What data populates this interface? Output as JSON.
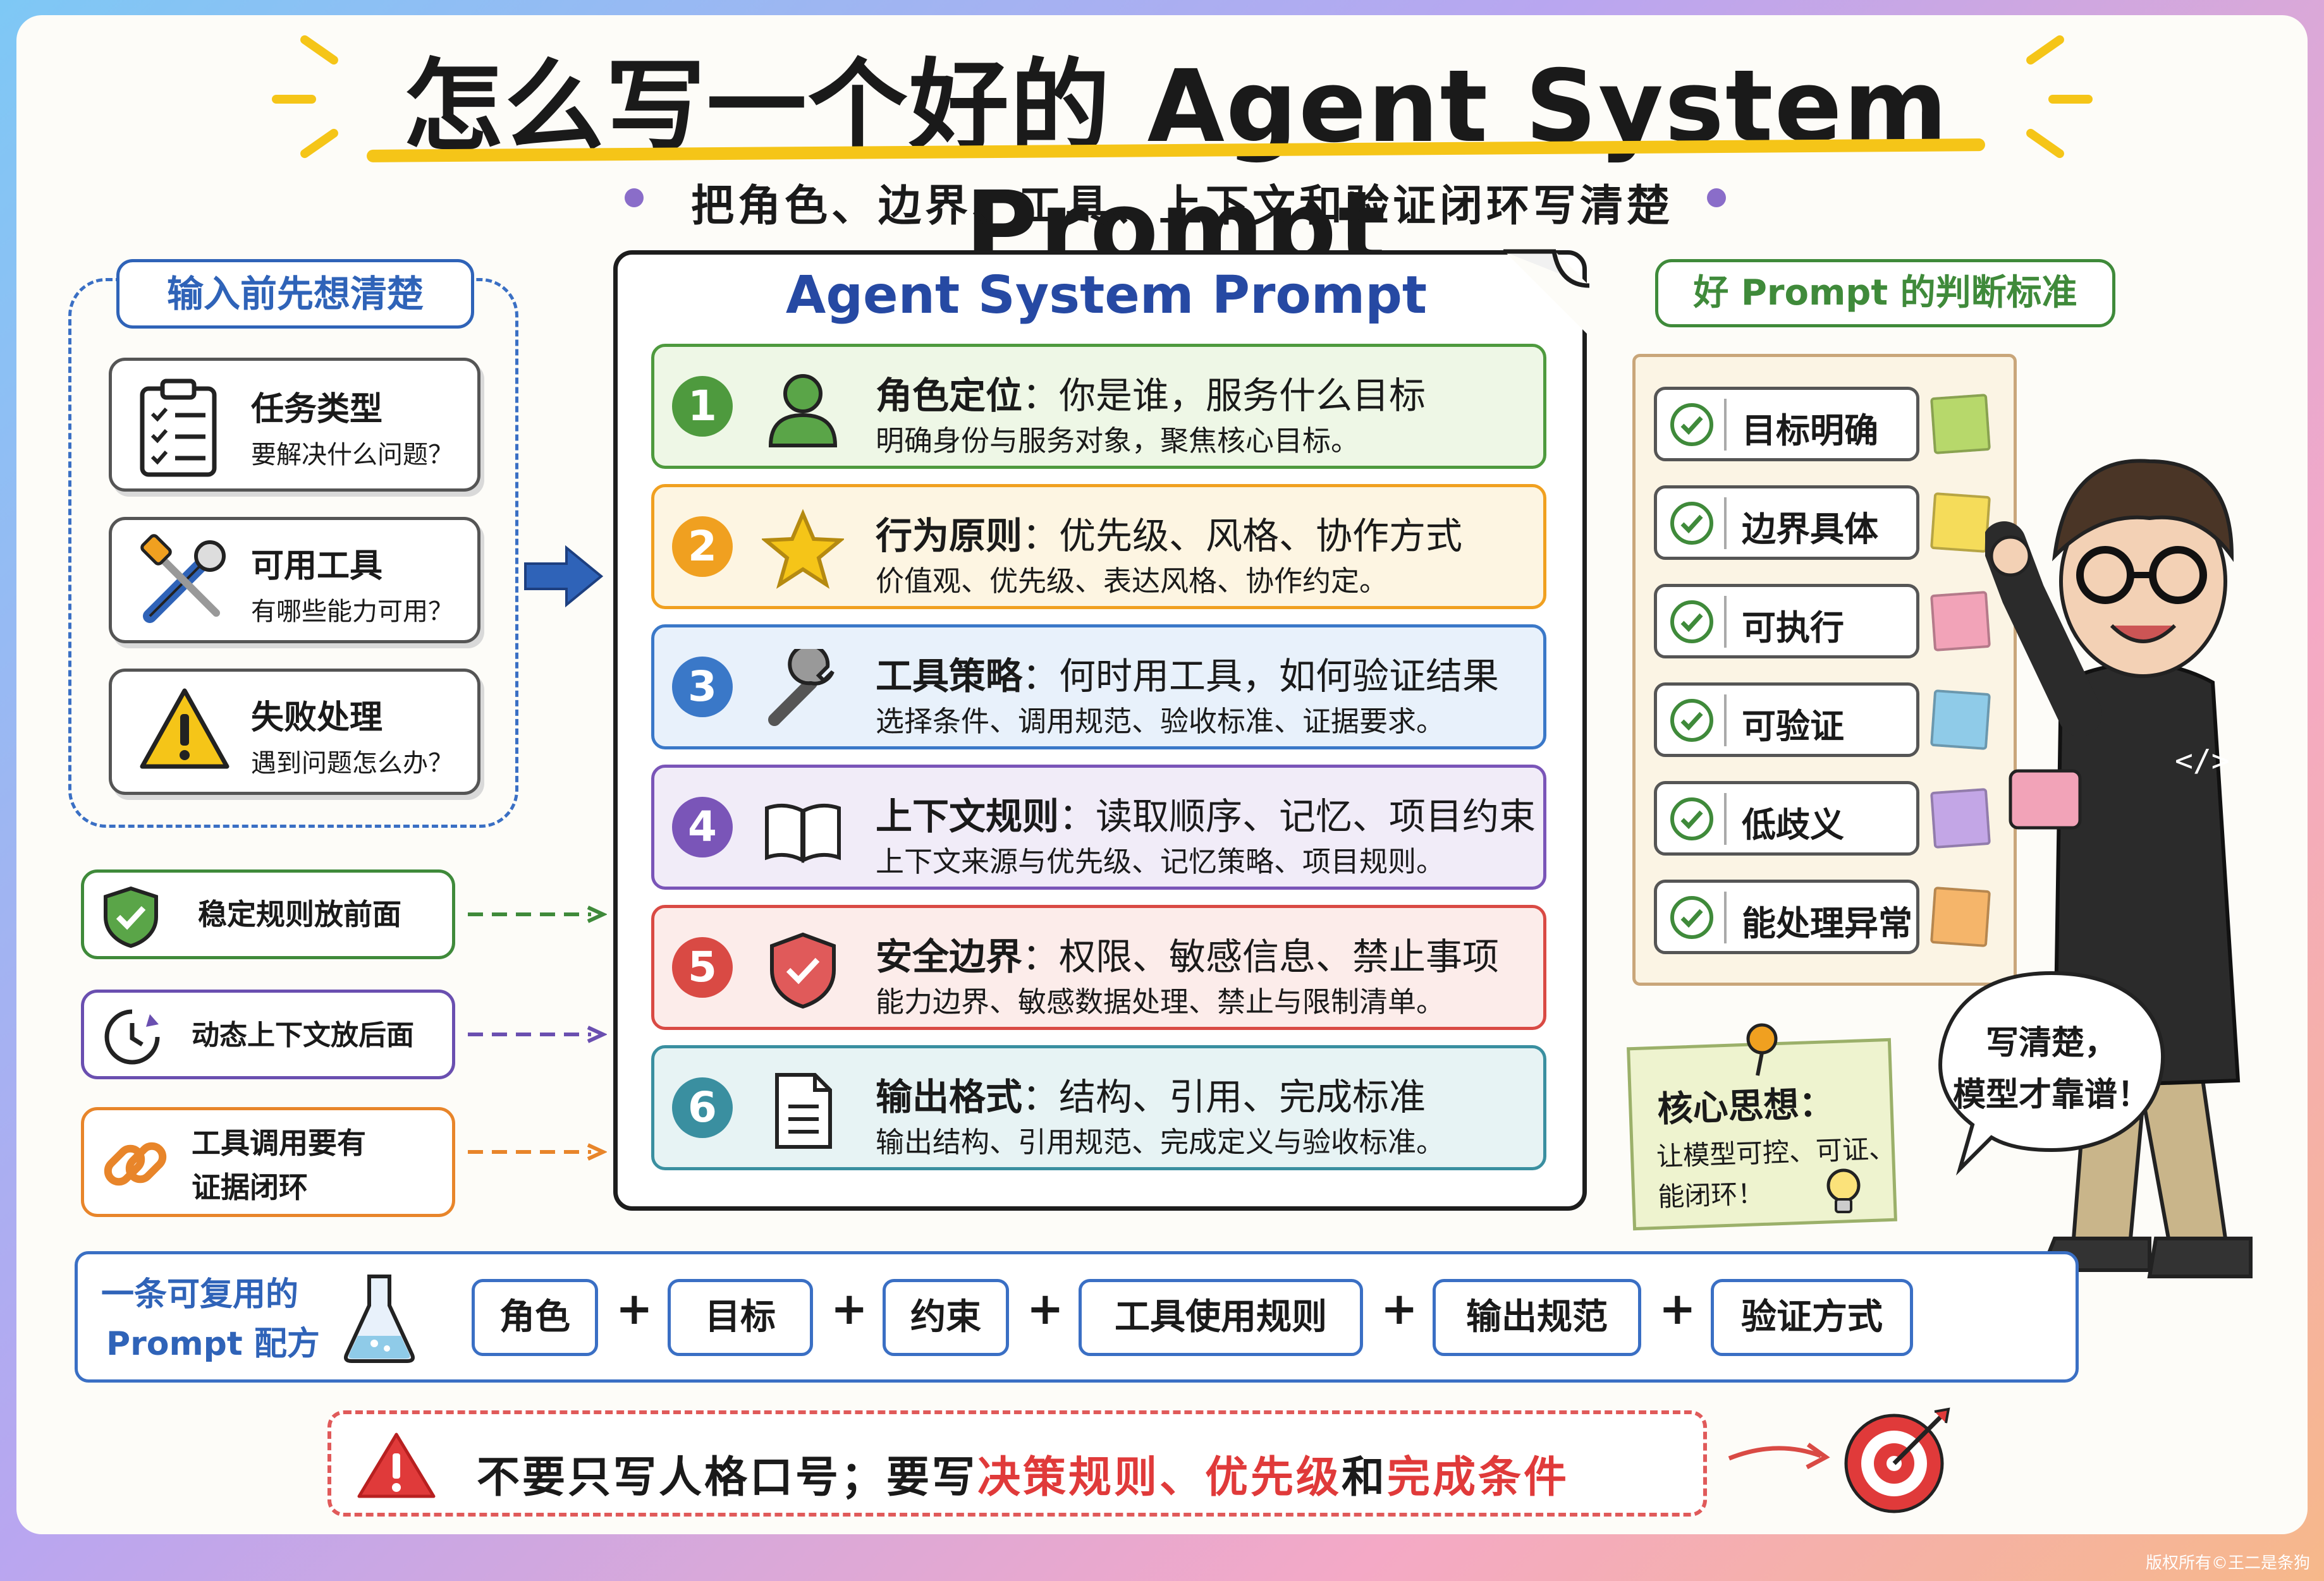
{
  "title": "怎么写一个好的 Agent System Prompt",
  "subtitle": "把角色、边界、工具、上下文和验证闭环写清楚",
  "left_panel": {
    "title": "输入前先想清楚",
    "cards": [
      {
        "heading": "任务类型",
        "sub": "要解决什么问题？",
        "icon": "clipboard-checklist-icon"
      },
      {
        "heading": "可用工具",
        "sub": "有哪些能力可用？",
        "icon": "tools-icon"
      },
      {
        "heading": "失败处理",
        "sub": "遇到问题怎么办？",
        "icon": "warning-icon"
      }
    ]
  },
  "rules": [
    {
      "text": "稳定规则放前面",
      "icon": "shield-check-icon",
      "color": "#3f8a3a"
    },
    {
      "text": "动态上下文放后面",
      "icon": "clock-icon",
      "color": "#6a4fb0"
    },
    {
      "text_line1": "工具调用要有",
      "text_line2": "证据闭环",
      "icon": "chain-link-icon",
      "color": "#e8852a"
    }
  ],
  "doc": {
    "title": "Agent System Prompt",
    "items": [
      {
        "num": "1",
        "label": "角色定位",
        "head_rest": "：你是谁，服务什么目标",
        "desc": "明确身份与服务对象，聚焦核心目标。",
        "icon": "person-icon",
        "color": "#4e9a3e",
        "bg": "#eef7e6"
      },
      {
        "num": "2",
        "label": "行为原则",
        "head_rest": "：优先级、风格、协作方式",
        "desc": "价值观、优先级、表达风格、协作约定。",
        "icon": "star-icon",
        "color": "#f0a020",
        "bg": "#fdf5e2"
      },
      {
        "num": "3",
        "label": "工具策略",
        "head_rest": "：何时用工具，如何验证结果",
        "desc": "选择条件、调用规范、验收标准、证据要求。",
        "icon": "wrench-icon",
        "color": "#3a78c8",
        "bg": "#e8f1fb"
      },
      {
        "num": "4",
        "label": "上下文规则",
        "head_rest": "：读取顺序、记忆、项目约束",
        "desc": "上下文来源与优先级、记忆策略、项目规则。",
        "icon": "book-icon",
        "color": "#7a55b8",
        "bg": "#f1ecf8"
      },
      {
        "num": "5",
        "label": "安全边界",
        "head_rest": "：权限、敏感信息、禁止事项",
        "desc": "能力边界、敏感数据处理、禁止与限制清单。",
        "icon": "shield-icon",
        "color": "#d94a44",
        "bg": "#fcecea"
      },
      {
        "num": "6",
        "label": "输出格式",
        "head_rest": "：结构、引用、完成标准",
        "desc": "输出结构、引用规范、完成定义与验收标准。",
        "icon": "document-icon",
        "color": "#3a8fa0",
        "bg": "#e7f3f4"
      }
    ]
  },
  "criteria": {
    "title": "好 Prompt 的判断标准",
    "items": [
      {
        "text": "目标明确",
        "note_color": "#b7d86b"
      },
      {
        "text": "边界具体",
        "note_color": "#f5dc5a"
      },
      {
        "text": "可执行",
        "note_color": "#f2a3b8"
      },
      {
        "text": "可验证",
        "note_color": "#8fcbe8"
      },
      {
        "text": "低歧义",
        "note_color": "#c3a6e6"
      },
      {
        "text": "能处理异常",
        "note_color": "#f5b56a"
      }
    ]
  },
  "core": {
    "title": "核心思想：",
    "line1": "让模型可控、可证、",
    "line2": "能闭环！"
  },
  "speech": {
    "line1": "写清楚，",
    "line2": "模型才靠谱！"
  },
  "formula": {
    "label_line1": "一条可复用的",
    "label_line2": "Prompt 配方",
    "parts": [
      "角色",
      "目标",
      "约束",
      "工具使用规则",
      "输出规范",
      "验证方式"
    ],
    "plus": "+"
  },
  "warning": {
    "part1": "不要只写人格口号；要写",
    "part2": "决策规则、优先级",
    "part3": "和",
    "part4": "完成条件"
  },
  "watermark": "版权所有©王二是条狗",
  "colors": {
    "accent_blue": "#2f63b8",
    "title_yellow": "#f5c518",
    "warn_red": "#e03a3a"
  }
}
